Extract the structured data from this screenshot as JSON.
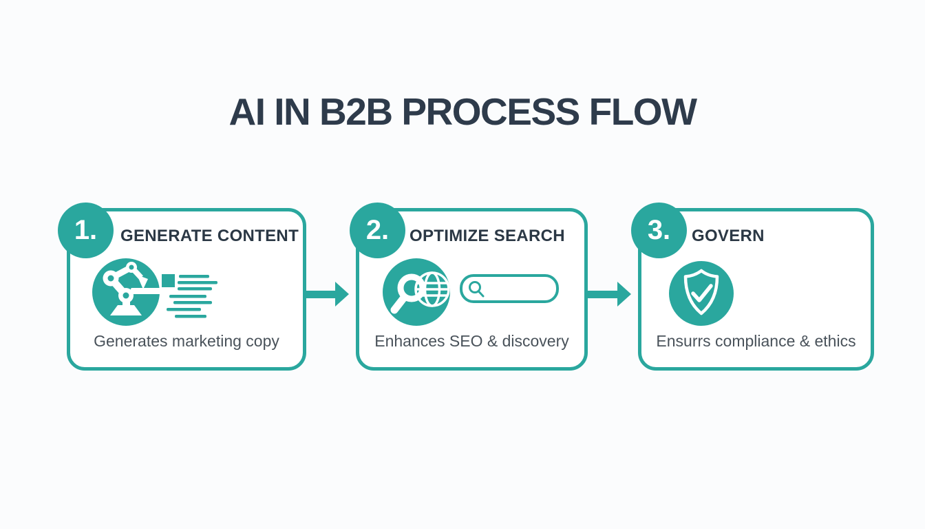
{
  "title": "AI IN B2B PROCESS FLOW",
  "colors": {
    "accent_teal": "#2AA79E",
    "title_text": "#2E3B4B",
    "step_title_text": "#2B3845",
    "caption_text": "#49525A",
    "card_background": "#FFFFFF",
    "page_background": "#FBFCFD"
  },
  "steps": [
    {
      "number": "1.",
      "title": "GENERATE CONTENT",
      "caption": "Generates marketing copy",
      "icon": "robot-arm-writing-icon"
    },
    {
      "number": "2.",
      "title": "OPTIMIZE SEARCH",
      "caption": "Enhances SEO & discovery",
      "icon": "magnifier-globe-icon-with-search-bar"
    },
    {
      "number": "3.",
      "title": "GOVERN",
      "caption": "Ensurrs compliance & ethics",
      "icon": "shield-check-icon"
    }
  ],
  "connectors": [
    {
      "type": "arrow-right"
    },
    {
      "type": "arrow-right"
    }
  ]
}
